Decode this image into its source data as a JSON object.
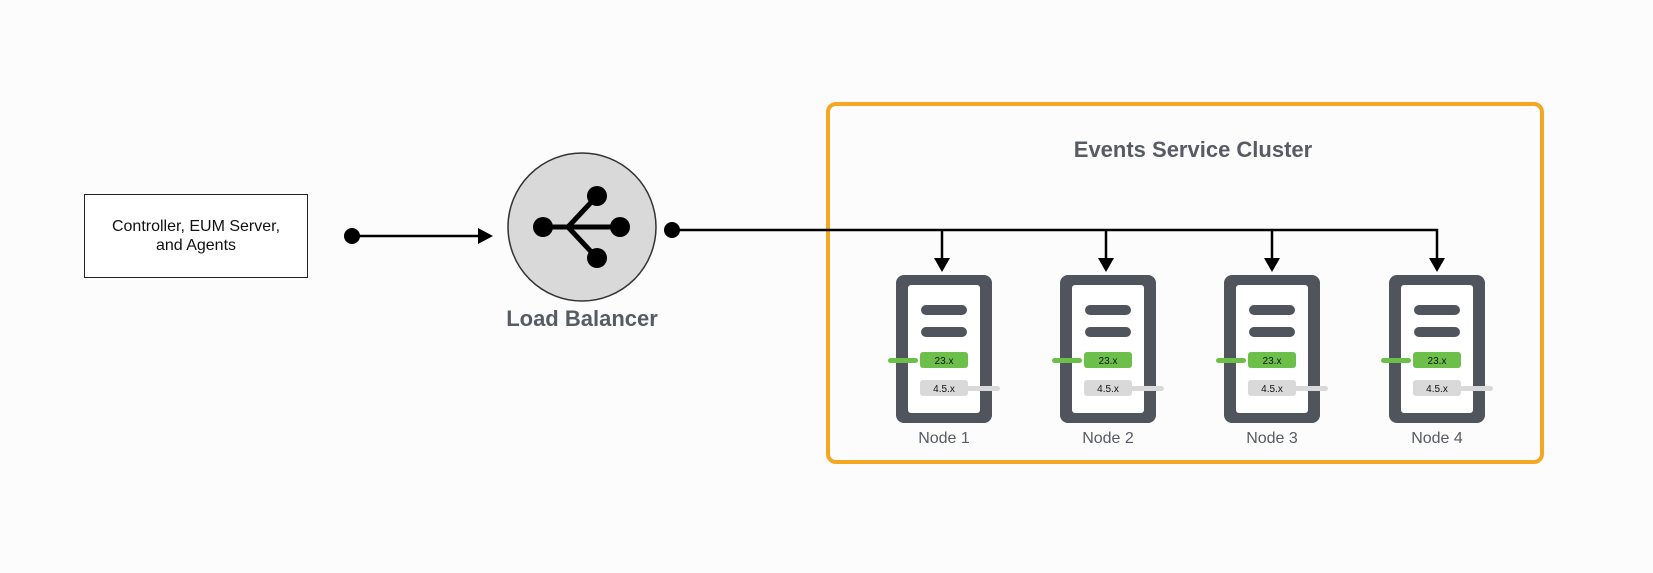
{
  "source": {
    "label": "Controller, EUM Server, and Agents"
  },
  "load_balancer": {
    "title": "Load Balancer",
    "icon": "share-icon"
  },
  "cluster": {
    "title": "Events Service Cluster",
    "border_color": "#f5a623"
  },
  "nodes": [
    {
      "label": "Node 1",
      "badge_primary": "23.x",
      "badge_secondary": "4.5.x"
    },
    {
      "label": "Node 2",
      "badge_primary": "23.x",
      "badge_secondary": "4.5.x"
    },
    {
      "label": "Node 3",
      "badge_primary": "23.x",
      "badge_secondary": "4.5.x"
    },
    {
      "label": "Node 4",
      "badge_primary": "23.x",
      "badge_secondary": "4.5.x"
    }
  ],
  "colors": {
    "server_body": "#50545c",
    "badge_green": "#6cc04a",
    "badge_gray": "#d9d9d9",
    "lb_fill": "#d9d9d9"
  }
}
